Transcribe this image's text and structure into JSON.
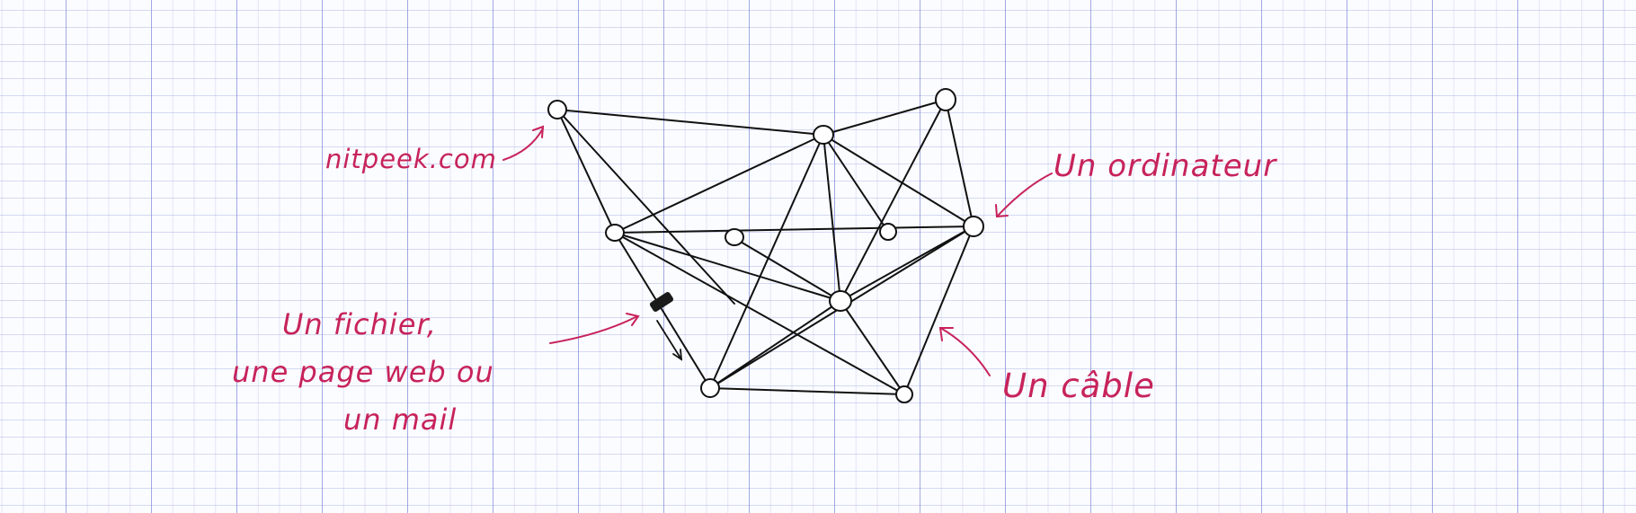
{
  "labels": {
    "site": "nitpeek.com",
    "computer": "Un ordinateur",
    "file_line1": "Un fichier,",
    "file_line2": "une page web ou",
    "file_line3": "un mail",
    "cable": "Un câble"
  },
  "colors": {
    "ink": "#111111",
    "annotation": "#c7235b",
    "grid": "#6e78d2",
    "paper": "#fbfcff"
  }
}
